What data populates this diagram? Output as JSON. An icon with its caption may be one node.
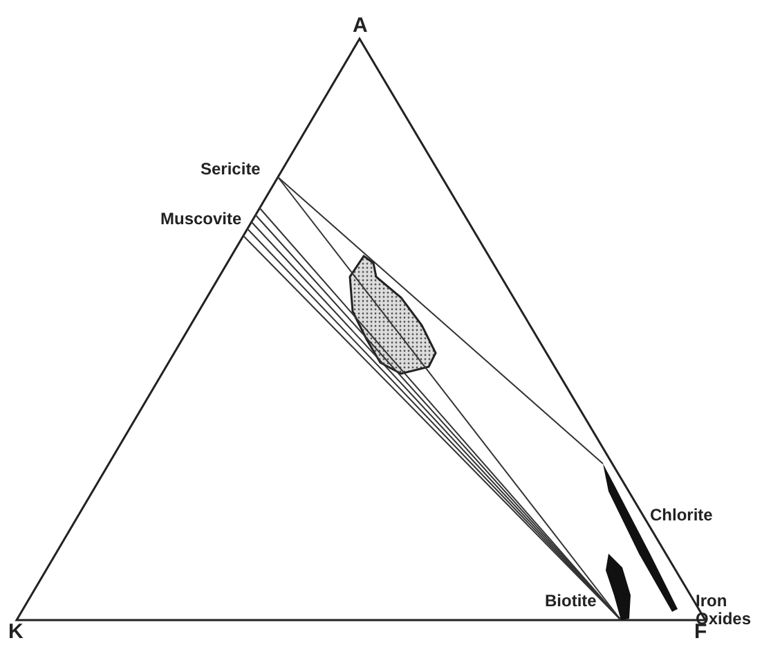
{
  "diagram": {
    "nodes": [
      {
        "text": [
          "Sericite"
        ]
      },
      {
        "text": [
          "Muscovite"
        ]
      },
      {
        "text": [
          "Chlorite"
        ]
      },
      {
        "text": [
          "Biotite"
        ]
      }
    ],
    "edges": [
      {
        "from": 0,
        "to": 2,
        "arrow": "none"
      },
      {
        "from": 0,
        "to": 3,
        "arrow": "none"
      },
      {
        "from": 1,
        "to": 3,
        "arrow": "none"
      },
      {
        "from": 1,
        "to": 3,
        "arrow": "none"
      },
      {
        "from": 1,
        "to": 3,
        "arrow": "none"
      },
      {
        "from": 1,
        "to": 3,
        "arrow": "none"
      },
      {
        "from": 1,
        "to": 3,
        "arrow": "none"
      }
    ],
    "labels": [
      "A",
      "Iron Oxides",
      "K",
      "F"
    ]
  }
}
